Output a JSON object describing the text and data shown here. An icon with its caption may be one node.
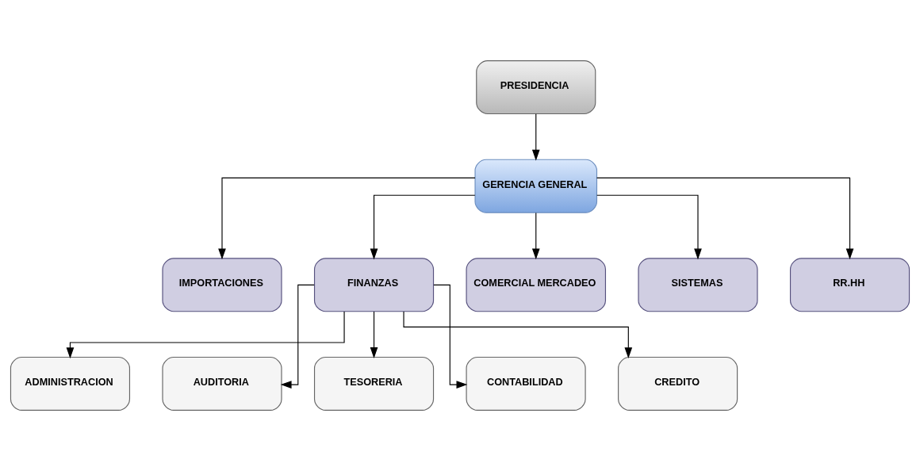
{
  "diagram": {
    "nodes": [
      {
        "text": [
          "PRESIDENCIA"
        ]
      },
      {
        "text": [
          "GERENCIA GENERAL"
        ]
      },
      {
        "text": [
          "IMPORTACIONES"
        ]
      },
      {
        "text": [
          "FINANZAS"
        ]
      },
      {
        "text": [
          "COMERCIAL MERCADEO"
        ]
      },
      {
        "text": [
          "SISTEMAS"
        ]
      },
      {
        "text": [
          "RR.HH"
        ]
      },
      {
        "text": [
          "ADMINISTRACION"
        ]
      },
      {
        "text": [
          "AUDITORIA"
        ]
      },
      {
        "text": [
          "TESORERIA"
        ]
      },
      {
        "text": [
          "CONTABILIDAD"
        ]
      },
      {
        "text": [
          "CREDITO"
        ]
      }
    ],
    "edges": [
      {
        "from": 0,
        "to": 1,
        "arrow": "to"
      },
      {
        "from": 1,
        "to": 2,
        "arrow": "to"
      },
      {
        "from": 1,
        "to": 3,
        "arrow": "to"
      },
      {
        "from": 1,
        "to": 4,
        "arrow": "to"
      },
      {
        "from": 1,
        "to": 5,
        "arrow": "to"
      },
      {
        "from": 1,
        "to": 6,
        "arrow": "to"
      },
      {
        "from": 3,
        "to": 7,
        "arrow": "to"
      },
      {
        "from": 3,
        "to": 8,
        "arrow": "to"
      },
      {
        "from": 3,
        "to": 9,
        "arrow": "to"
      },
      {
        "from": 3,
        "to": 10,
        "arrow": "to"
      },
      {
        "from": 3,
        "to": 11,
        "arrow": "to"
      }
    ]
  }
}
